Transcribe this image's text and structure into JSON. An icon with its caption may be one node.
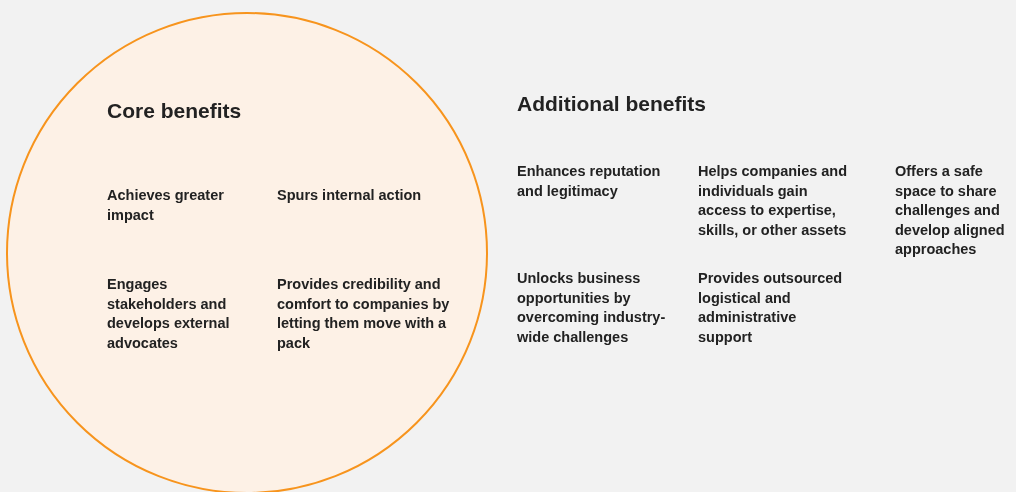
{
  "diagram": {
    "nodes": [
      {
        "text": [
          "Core benefits",
          "Achieves greater impact",
          "Spurs internal action",
          "Engages stakeholders and develops external advocates",
          "Provides credibility and comfort to companies by letting them move with a pack"
        ]
      }
    ],
    "labels": [
      "Additional benefits",
      "Enhances reputation and legitimacy",
      "Helps companies and individuals gain access to expertise, skills, or other assets",
      "Offers a safe space to share challenges and develop aligned approaches",
      "Unlocks business opportunities by overcoming industry-wide challenges",
      "Provides outsourced logistical and administrative support"
    ]
  }
}
